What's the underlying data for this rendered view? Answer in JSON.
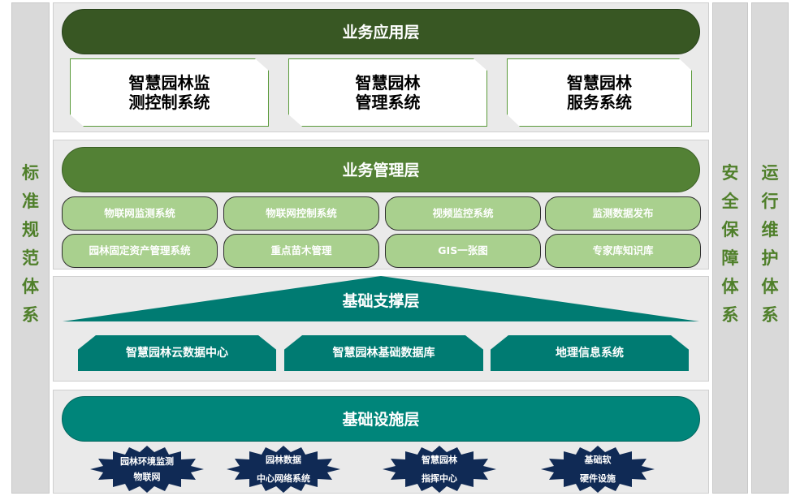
{
  "left_column": {
    "label": "标\n准\n规\n范\n体\n系"
  },
  "right_column_1": {
    "label": "安\n全\n保\n障\n体\n系"
  },
  "right_column_2": {
    "label": "运\n行\n维\n护\n体\n系"
  },
  "application_layer": {
    "title": "业务应用层",
    "systems": [
      "智慧园林监\n测控制系统",
      "智慧园林\n管理系统",
      "智慧园林\n服务系统"
    ]
  },
  "management_layer": {
    "title": "业务管理层",
    "modules": [
      "物联网监测系统",
      "物联网控制系统",
      "视频监控系统",
      "监测数据发布",
      "园林固定资产管理系统",
      "重点苗木管理",
      "GIS一张图",
      "专家库知识库"
    ]
  },
  "support_layer": {
    "title": "基础支撑层",
    "components": [
      "智慧园林云数据中心",
      "智慧园林基础数据库",
      "地理信息系统"
    ]
  },
  "infrastructure_layer": {
    "title": "基础设施层",
    "facilities": [
      "园林环境监测\n物联网",
      "园林数据\n中心网络系统",
      "智慧园林\n指挥中心",
      "基础软\n硬件设施"
    ]
  },
  "colors": {
    "app_title": "#385723",
    "management_title": "#538135",
    "module_fill": "#a9d08e",
    "support": "#007b72",
    "infra_star": "#102a55",
    "side_text": "#4f7f2a"
  }
}
